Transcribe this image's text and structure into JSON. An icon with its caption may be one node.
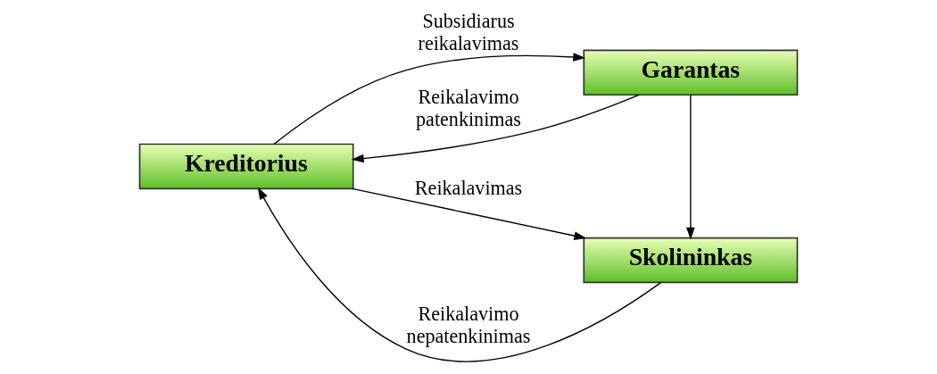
{
  "diagram": {
    "nodes": [
      {
        "text": [
          "Kreditorius"
        ]
      },
      {
        "text": [
          "Garantas"
        ]
      },
      {
        "text": [
          "Skolininkas"
        ]
      }
    ],
    "edges": [
      {
        "from": 0,
        "to": 1,
        "arrow": "to",
        "label": "Subsidiarus reikalavimas"
      },
      {
        "from": 1,
        "to": 0,
        "arrow": "to",
        "label": "Reikalavimo patenkinimas"
      },
      {
        "from": 1,
        "to": 2,
        "arrow": "to"
      },
      {
        "from": 2,
        "to": 0,
        "arrow": "to",
        "label": "Reikalavimo nepatenkinimas"
      },
      {
        "from": 0,
        "to": 2,
        "arrow": "to",
        "label": "Reikalavimas"
      }
    ]
  }
}
